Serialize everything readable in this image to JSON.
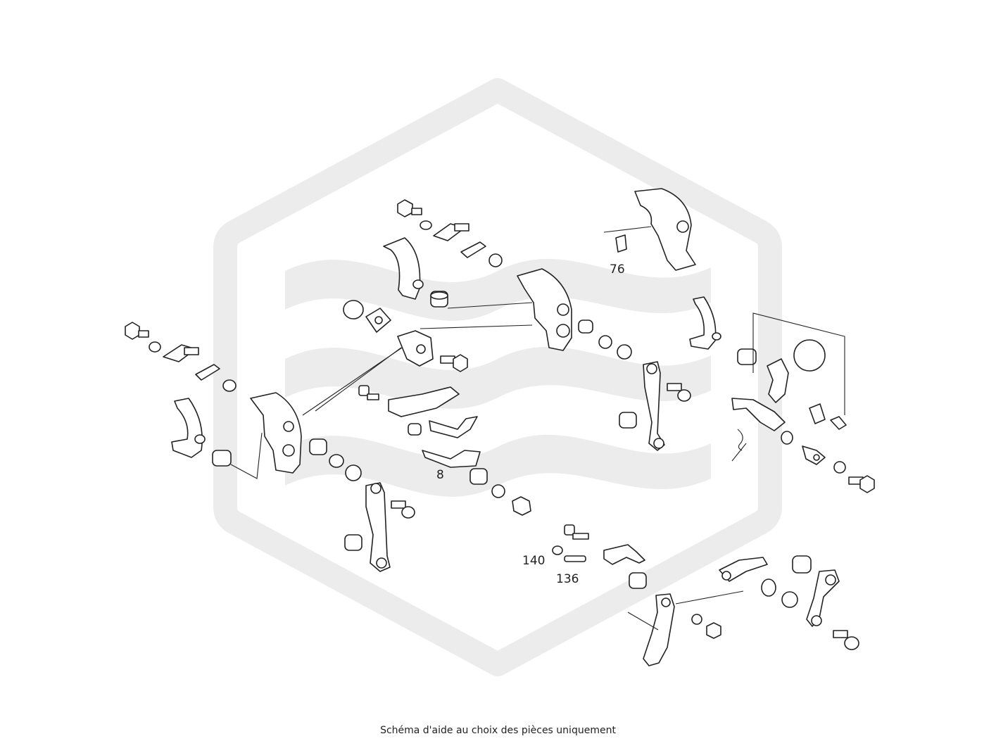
{
  "diagram": {
    "callouts": [
      {
        "id": "c76",
        "label": "76"
      },
      {
        "id": "c8",
        "label": "8"
      },
      {
        "id": "c140",
        "label": "140"
      },
      {
        "id": "c136",
        "label": "136"
      }
    ],
    "watermark_icon": "hexagon-wave-logo-icon"
  },
  "caption": "Schéma d'aide au choix des pièces uniquement"
}
